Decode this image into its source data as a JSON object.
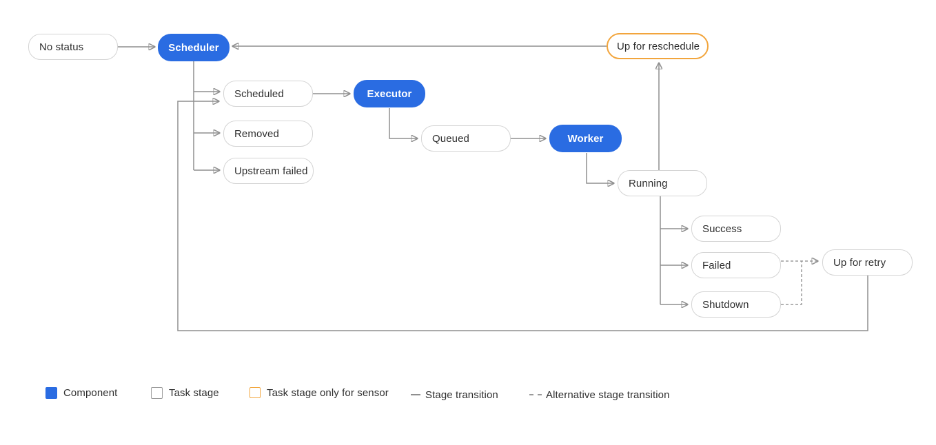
{
  "diagram": {
    "nodes": {
      "no_status": {
        "label": "No status",
        "type": "task-stage"
      },
      "scheduler": {
        "label": "Scheduler",
        "type": "component"
      },
      "up_for_reschedule": {
        "label": "Up for reschedule",
        "type": "sensor-task-stage"
      },
      "scheduled": {
        "label": "Scheduled",
        "type": "task-stage"
      },
      "executor": {
        "label": "Executor",
        "type": "component"
      },
      "removed": {
        "label": "Removed",
        "type": "task-stage"
      },
      "upstream_failed": {
        "label": "Upstream failed",
        "type": "task-stage"
      },
      "queued": {
        "label": "Queued",
        "type": "task-stage"
      },
      "worker": {
        "label": "Worker",
        "type": "component"
      },
      "running": {
        "label": "Running",
        "type": "task-stage"
      },
      "success": {
        "label": "Success",
        "type": "task-stage"
      },
      "failed": {
        "label": "Failed",
        "type": "task-stage"
      },
      "shutdown": {
        "label": "Shutdown",
        "type": "task-stage"
      },
      "up_for_retry": {
        "label": "Up for retry",
        "type": "task-stage"
      }
    },
    "edges": [
      {
        "from": "no_status",
        "to": "scheduler",
        "style": "solid"
      },
      {
        "from": "up_for_reschedule",
        "to": "scheduler",
        "style": "solid"
      },
      {
        "from": "scheduler",
        "to": "scheduled",
        "style": "solid"
      },
      {
        "from": "scheduler",
        "to": "removed",
        "style": "solid"
      },
      {
        "from": "scheduler",
        "to": "upstream_failed",
        "style": "solid"
      },
      {
        "from": "scheduled",
        "to": "executor",
        "style": "solid"
      },
      {
        "from": "executor",
        "to": "queued",
        "style": "solid"
      },
      {
        "from": "queued",
        "to": "worker",
        "style": "solid"
      },
      {
        "from": "worker",
        "to": "running",
        "style": "solid"
      },
      {
        "from": "running",
        "to": "up_for_reschedule",
        "style": "solid"
      },
      {
        "from": "running",
        "to": "success",
        "style": "solid"
      },
      {
        "from": "running",
        "to": "failed",
        "style": "solid"
      },
      {
        "from": "running",
        "to": "shutdown",
        "style": "solid"
      },
      {
        "from": "up_for_retry",
        "to": "scheduled",
        "style": "solid"
      },
      {
        "from": "failed",
        "to": "up_for_retry",
        "style": "dashed"
      },
      {
        "from": "shutdown",
        "to": "up_for_retry",
        "style": "dashed"
      }
    ]
  },
  "legend": {
    "component": "Component",
    "task_stage": "Task stage",
    "sensor_stage": "Task stage only for sensor",
    "stage_transition": "Stage transition",
    "alternative_transition": "Alternative stage transition"
  },
  "colors": {
    "component_fill": "#2a6ce2",
    "task_stage_border": "#d4d4d4",
    "sensor_border": "#f2a53c",
    "transition_line": "#8f8f8f",
    "text": "#2e2e2e"
  }
}
